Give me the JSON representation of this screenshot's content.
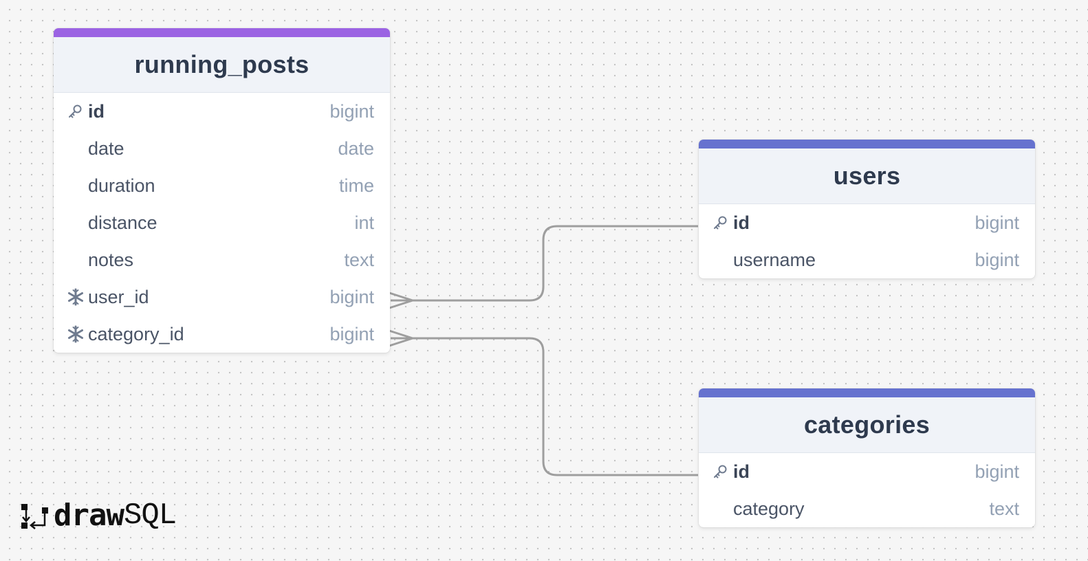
{
  "tables": [
    {
      "title": "running_posts",
      "accent": "#9b63e3",
      "columns": [
        {
          "name": "id",
          "type": "bigint",
          "key": "primary"
        },
        {
          "name": "date",
          "type": "date",
          "key": "none"
        },
        {
          "name": "duration",
          "type": "time",
          "key": "none"
        },
        {
          "name": "distance",
          "type": "int",
          "key": "none"
        },
        {
          "name": "notes",
          "type": "text",
          "key": "none"
        },
        {
          "name": "user_id",
          "type": "bigint",
          "key": "foreign"
        },
        {
          "name": "category_id",
          "type": "bigint",
          "key": "foreign"
        }
      ]
    },
    {
      "title": "users",
      "accent": "#6672cf",
      "columns": [
        {
          "name": "id",
          "type": "bigint",
          "key": "primary"
        },
        {
          "name": "username",
          "type": "bigint",
          "key": "none"
        }
      ]
    },
    {
      "title": "categories",
      "accent": "#6672cf",
      "columns": [
        {
          "name": "id",
          "type": "bigint",
          "key": "primary"
        },
        {
          "name": "category",
          "type": "text",
          "key": "none"
        }
      ]
    }
  ],
  "relations": [
    {
      "from": "running_posts.user_id",
      "to": "users.id",
      "cardinality": "many-to-one"
    },
    {
      "from": "running_posts.category_id",
      "to": "categories.id",
      "cardinality": "many-to-one"
    }
  ],
  "logo": {
    "part1": "draw",
    "part2": "SQL"
  },
  "colors": {
    "edge": "#9e9e9e",
    "key_icon": "#6f7b8f"
  }
}
